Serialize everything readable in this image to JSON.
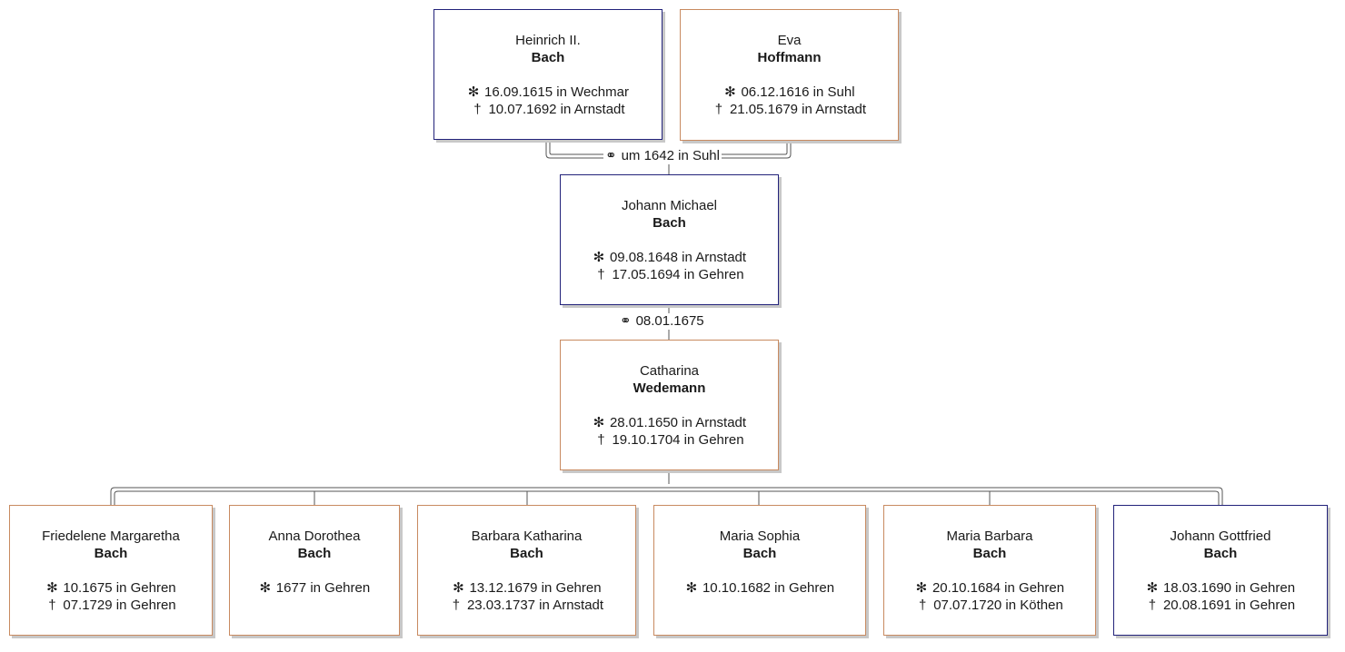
{
  "parents": {
    "father": {
      "given": "Heinrich II.",
      "surname": "Bach",
      "birth": {
        "symbol": "✻",
        "text": "16.09.1615 in Wechmar"
      },
      "death": {
        "symbol": "†",
        "text": "10.07.1692 in Arnstadt"
      }
    },
    "mother": {
      "given": "Eva",
      "surname": "Hoffmann",
      "birth": {
        "symbol": "✻",
        "text": "06.12.1616 in Suhl"
      },
      "death": {
        "symbol": "†",
        "text": "21.05.1679 in Arnstadt"
      }
    },
    "marriage": {
      "symbol": "⚭",
      "text": "um 1642 in Suhl"
    }
  },
  "subject": {
    "given": "Johann Michael",
    "surname": "Bach",
    "birth": {
      "symbol": "✻",
      "text": "09.08.1648 in Arnstadt"
    },
    "death": {
      "symbol": "†",
      "text": "17.05.1694 in Gehren"
    }
  },
  "spouse_marriage": {
    "symbol": "⚭",
    "text": "08.01.1675"
  },
  "spouse": {
    "given": "Catharina",
    "surname": "Wedemann",
    "birth": {
      "symbol": "✻",
      "text": "28.01.1650 in Arnstadt"
    },
    "death": {
      "symbol": "†",
      "text": "19.10.1704 in Gehren"
    }
  },
  "children": [
    {
      "given": "Friedelene Margaretha",
      "surname": "Bach",
      "birth": {
        "symbol": "✻",
        "text": "10.1675 in Gehren"
      },
      "death": {
        "symbol": "†",
        "text": "07.1729 in Gehren"
      }
    },
    {
      "given": "Anna Dorothea",
      "surname": "Bach",
      "birth": {
        "symbol": "✻",
        "text": "1677 in Gehren"
      }
    },
    {
      "given": "Barbara Katharina",
      "surname": "Bach",
      "birth": {
        "symbol": "✻",
        "text": "13.12.1679 in Gehren"
      },
      "death": {
        "symbol": "†",
        "text": "23.03.1737 in Arnstadt"
      }
    },
    {
      "given": "Maria Sophia",
      "surname": "Bach",
      "birth": {
        "symbol": "✻",
        "text": "10.10.1682 in Gehren"
      }
    },
    {
      "given": "Maria Barbara",
      "surname": "Bach",
      "birth": {
        "symbol": "✻",
        "text": "20.10.1684 in Gehren"
      },
      "death": {
        "symbol": "†",
        "text": "07.07.1720 in Köthen"
      }
    },
    {
      "given": "Johann Gottfried",
      "surname": "Bach",
      "birth": {
        "symbol": "✻",
        "text": "18.03.1690 in Gehren"
      },
      "death": {
        "symbol": "†",
        "text": "20.08.1691 in Gehren"
      }
    }
  ],
  "colors": {
    "male_border": "#22227a",
    "female_border": "#c88a60",
    "connector": "#555555"
  }
}
